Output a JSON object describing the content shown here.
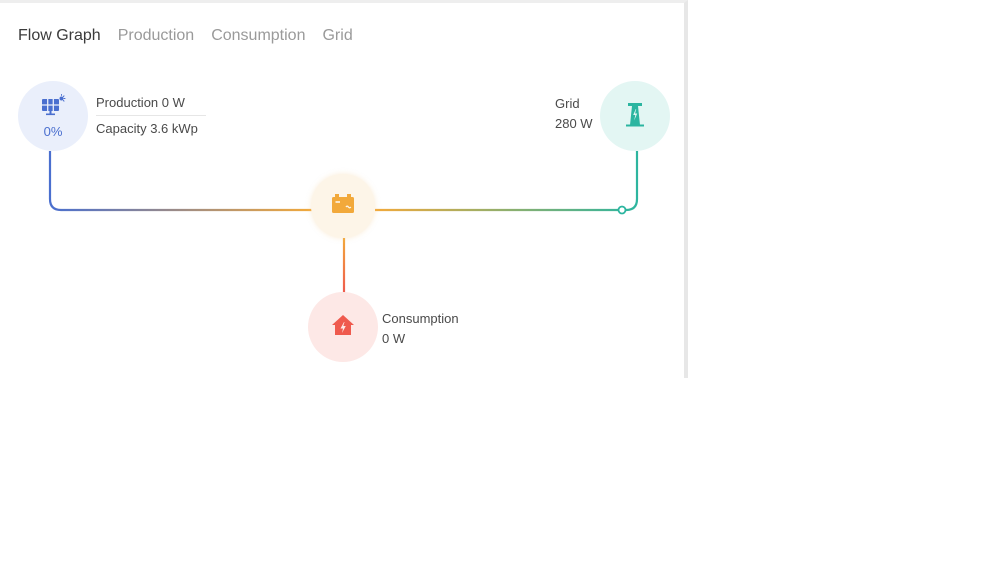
{
  "tabs": [
    {
      "label": "Flow Graph",
      "active": true
    },
    {
      "label": "Production",
      "active": false
    },
    {
      "label": "Consumption",
      "active": false
    },
    {
      "label": "Grid",
      "active": false
    }
  ],
  "production": {
    "icon": "solar-panel-icon",
    "percent": "0%",
    "power_text": "Production 0 W",
    "capacity_text": "Capacity 3.6 kWp"
  },
  "grid": {
    "icon": "power-tower-icon",
    "label": "Grid",
    "value": "280 W"
  },
  "battery": {
    "icon": "battery-icon"
  },
  "consumption": {
    "icon": "house-bolt-icon",
    "label": "Consumption",
    "value": "0 W"
  },
  "colors": {
    "production": "#4a6fcf",
    "battery": "#f2a93b",
    "grid": "#2bb5a0",
    "consumption": "#ef5a4e"
  }
}
